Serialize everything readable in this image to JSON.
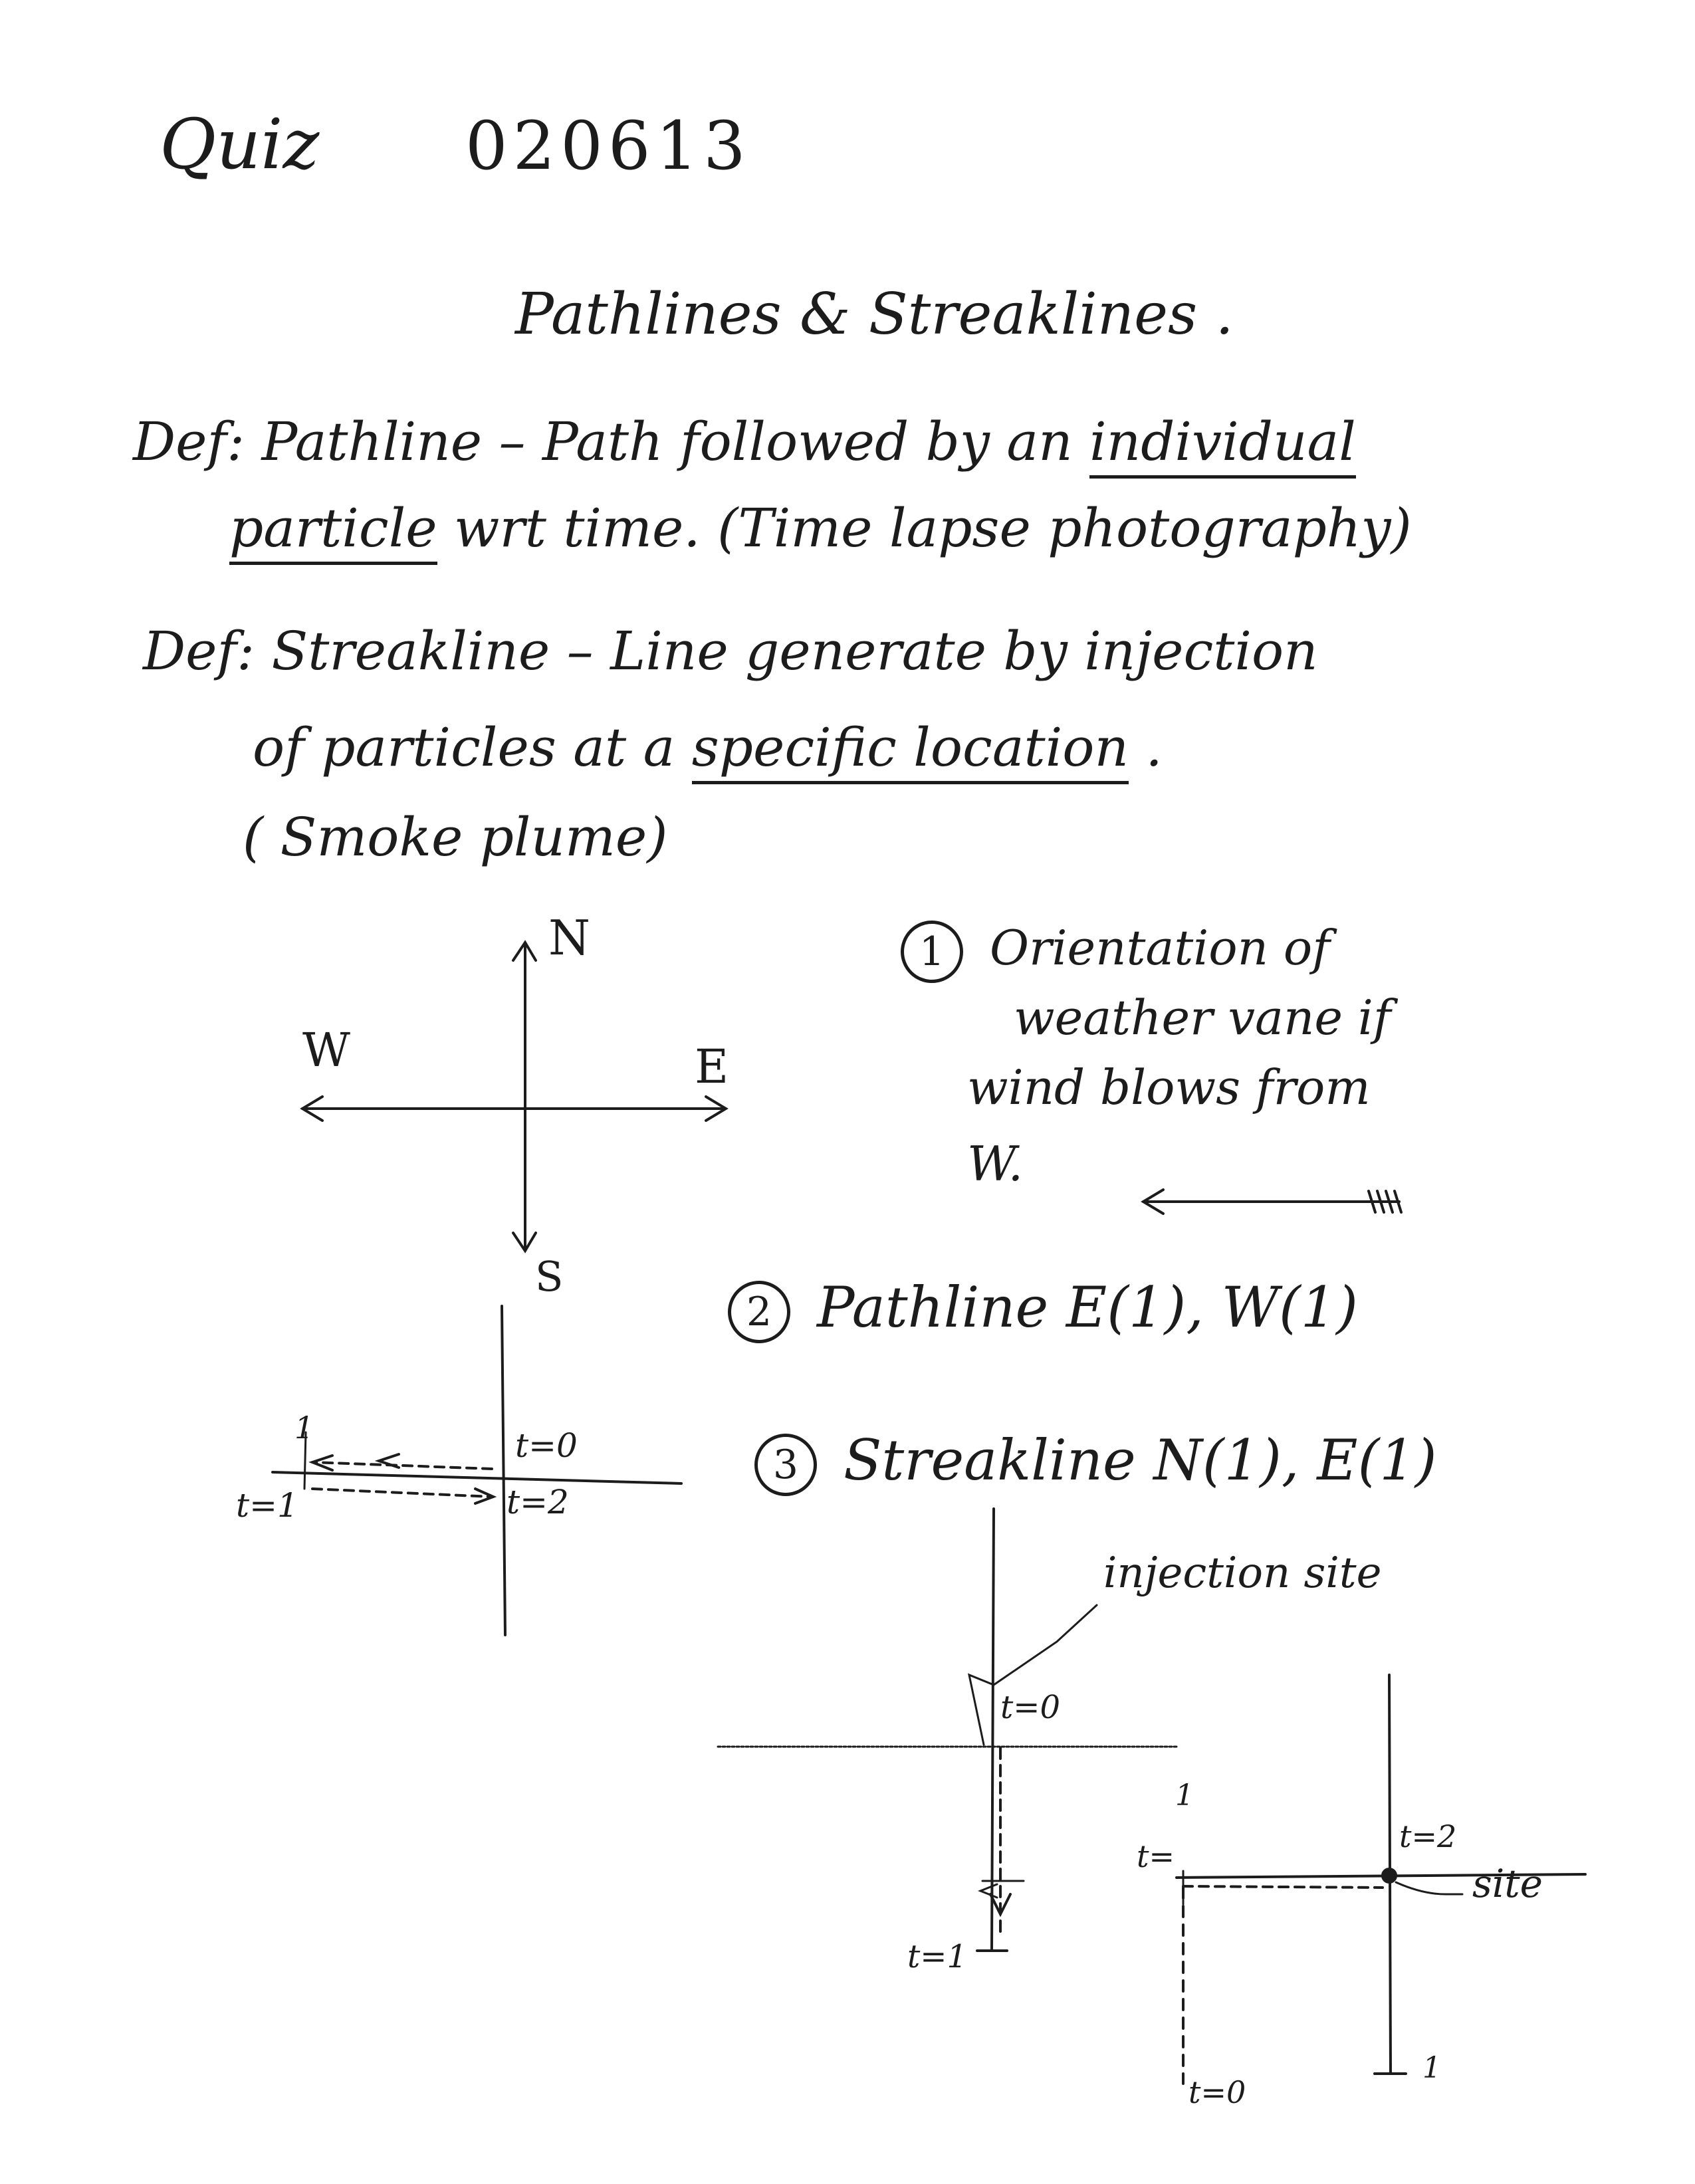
{
  "header": {
    "quiz_label": "Quiz",
    "quiz_number": "020613"
  },
  "subtitle": "Pathlines & Streaklines .",
  "definitions": {
    "pathline_line1": "Def: Pathline –  Path followed by an",
    "pathline_emph1": "individual",
    "pathline_emph2": "particle",
    "pathline_line2": " wrt time. (Time lapse photography)",
    "streakline_line1": "Def: Streakline –  Line generate by injection",
    "streakline_line2a": "of particles at a ",
    "streakline_emph": "specific location",
    "streakline_line2b": " .",
    "streakline_line3": "( Smoke plume)"
  },
  "compass": {
    "north": "N",
    "south": "S",
    "east": "E",
    "west": "W"
  },
  "question1": {
    "number": "1",
    "line1": "Orientation of",
    "line2": "weather vane if",
    "line3": "wind blows from",
    "line4": "W."
  },
  "question2": {
    "number": "2",
    "text": "Pathline  E(1), W(1)"
  },
  "question3": {
    "number": "3",
    "text": "Streakline  N(1), E(1)"
  },
  "pathline_diagram": {
    "t0": "t=0",
    "t1": "t=1",
    "t2": "t=2",
    "tick": "1"
  },
  "streak_diagram1": {
    "injection_site": "injection site",
    "t0": "t=0",
    "t1": "t=1"
  },
  "streak_diagram2": {
    "t2": "t=2",
    "t1": "t=",
    "t0": "t=0",
    "site": "site",
    "tick1": "1",
    "tick2": "1"
  }
}
